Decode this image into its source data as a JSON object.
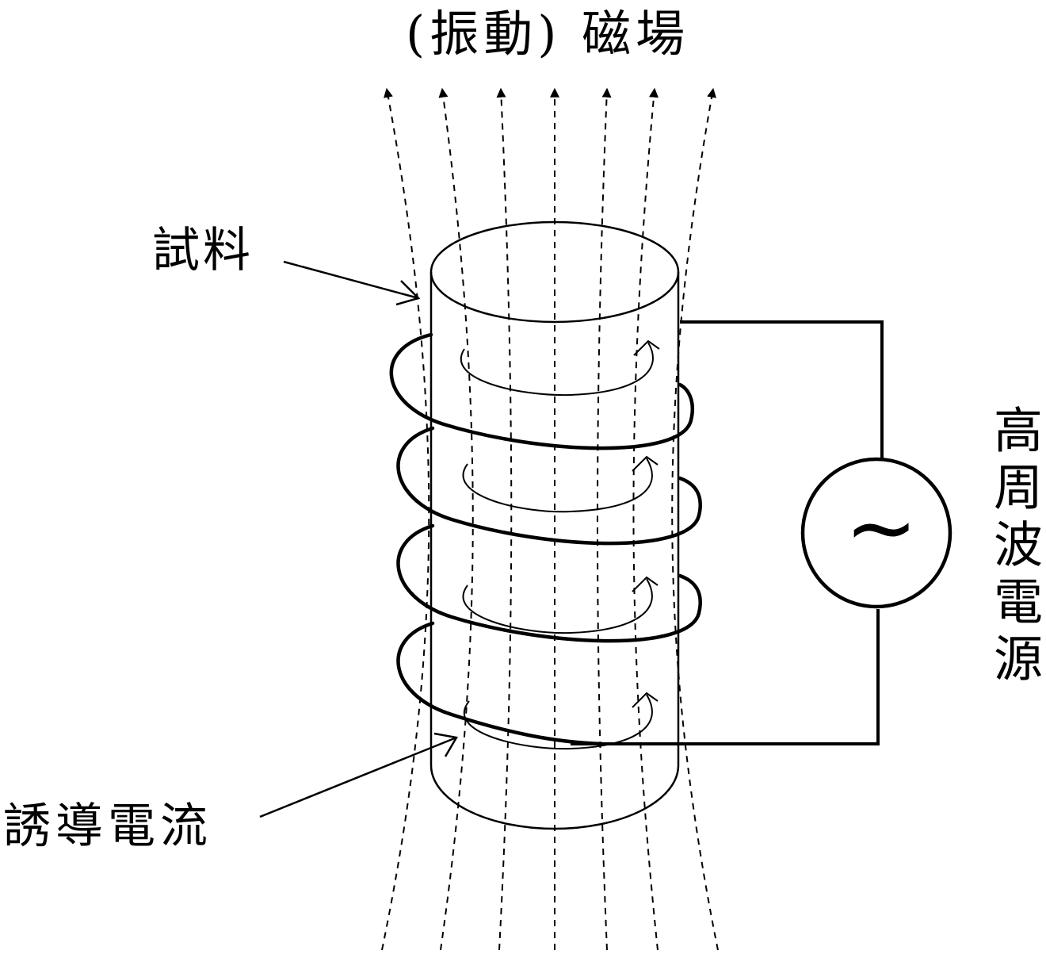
{
  "labels": {
    "field": "(振動) 磁場",
    "sample": "試料",
    "induced_current": "誘導電流",
    "power_source": "高周波電源",
    "ac_symbol": "~"
  },
  "colors": {
    "line": "#000000",
    "background": "#ffffff"
  }
}
